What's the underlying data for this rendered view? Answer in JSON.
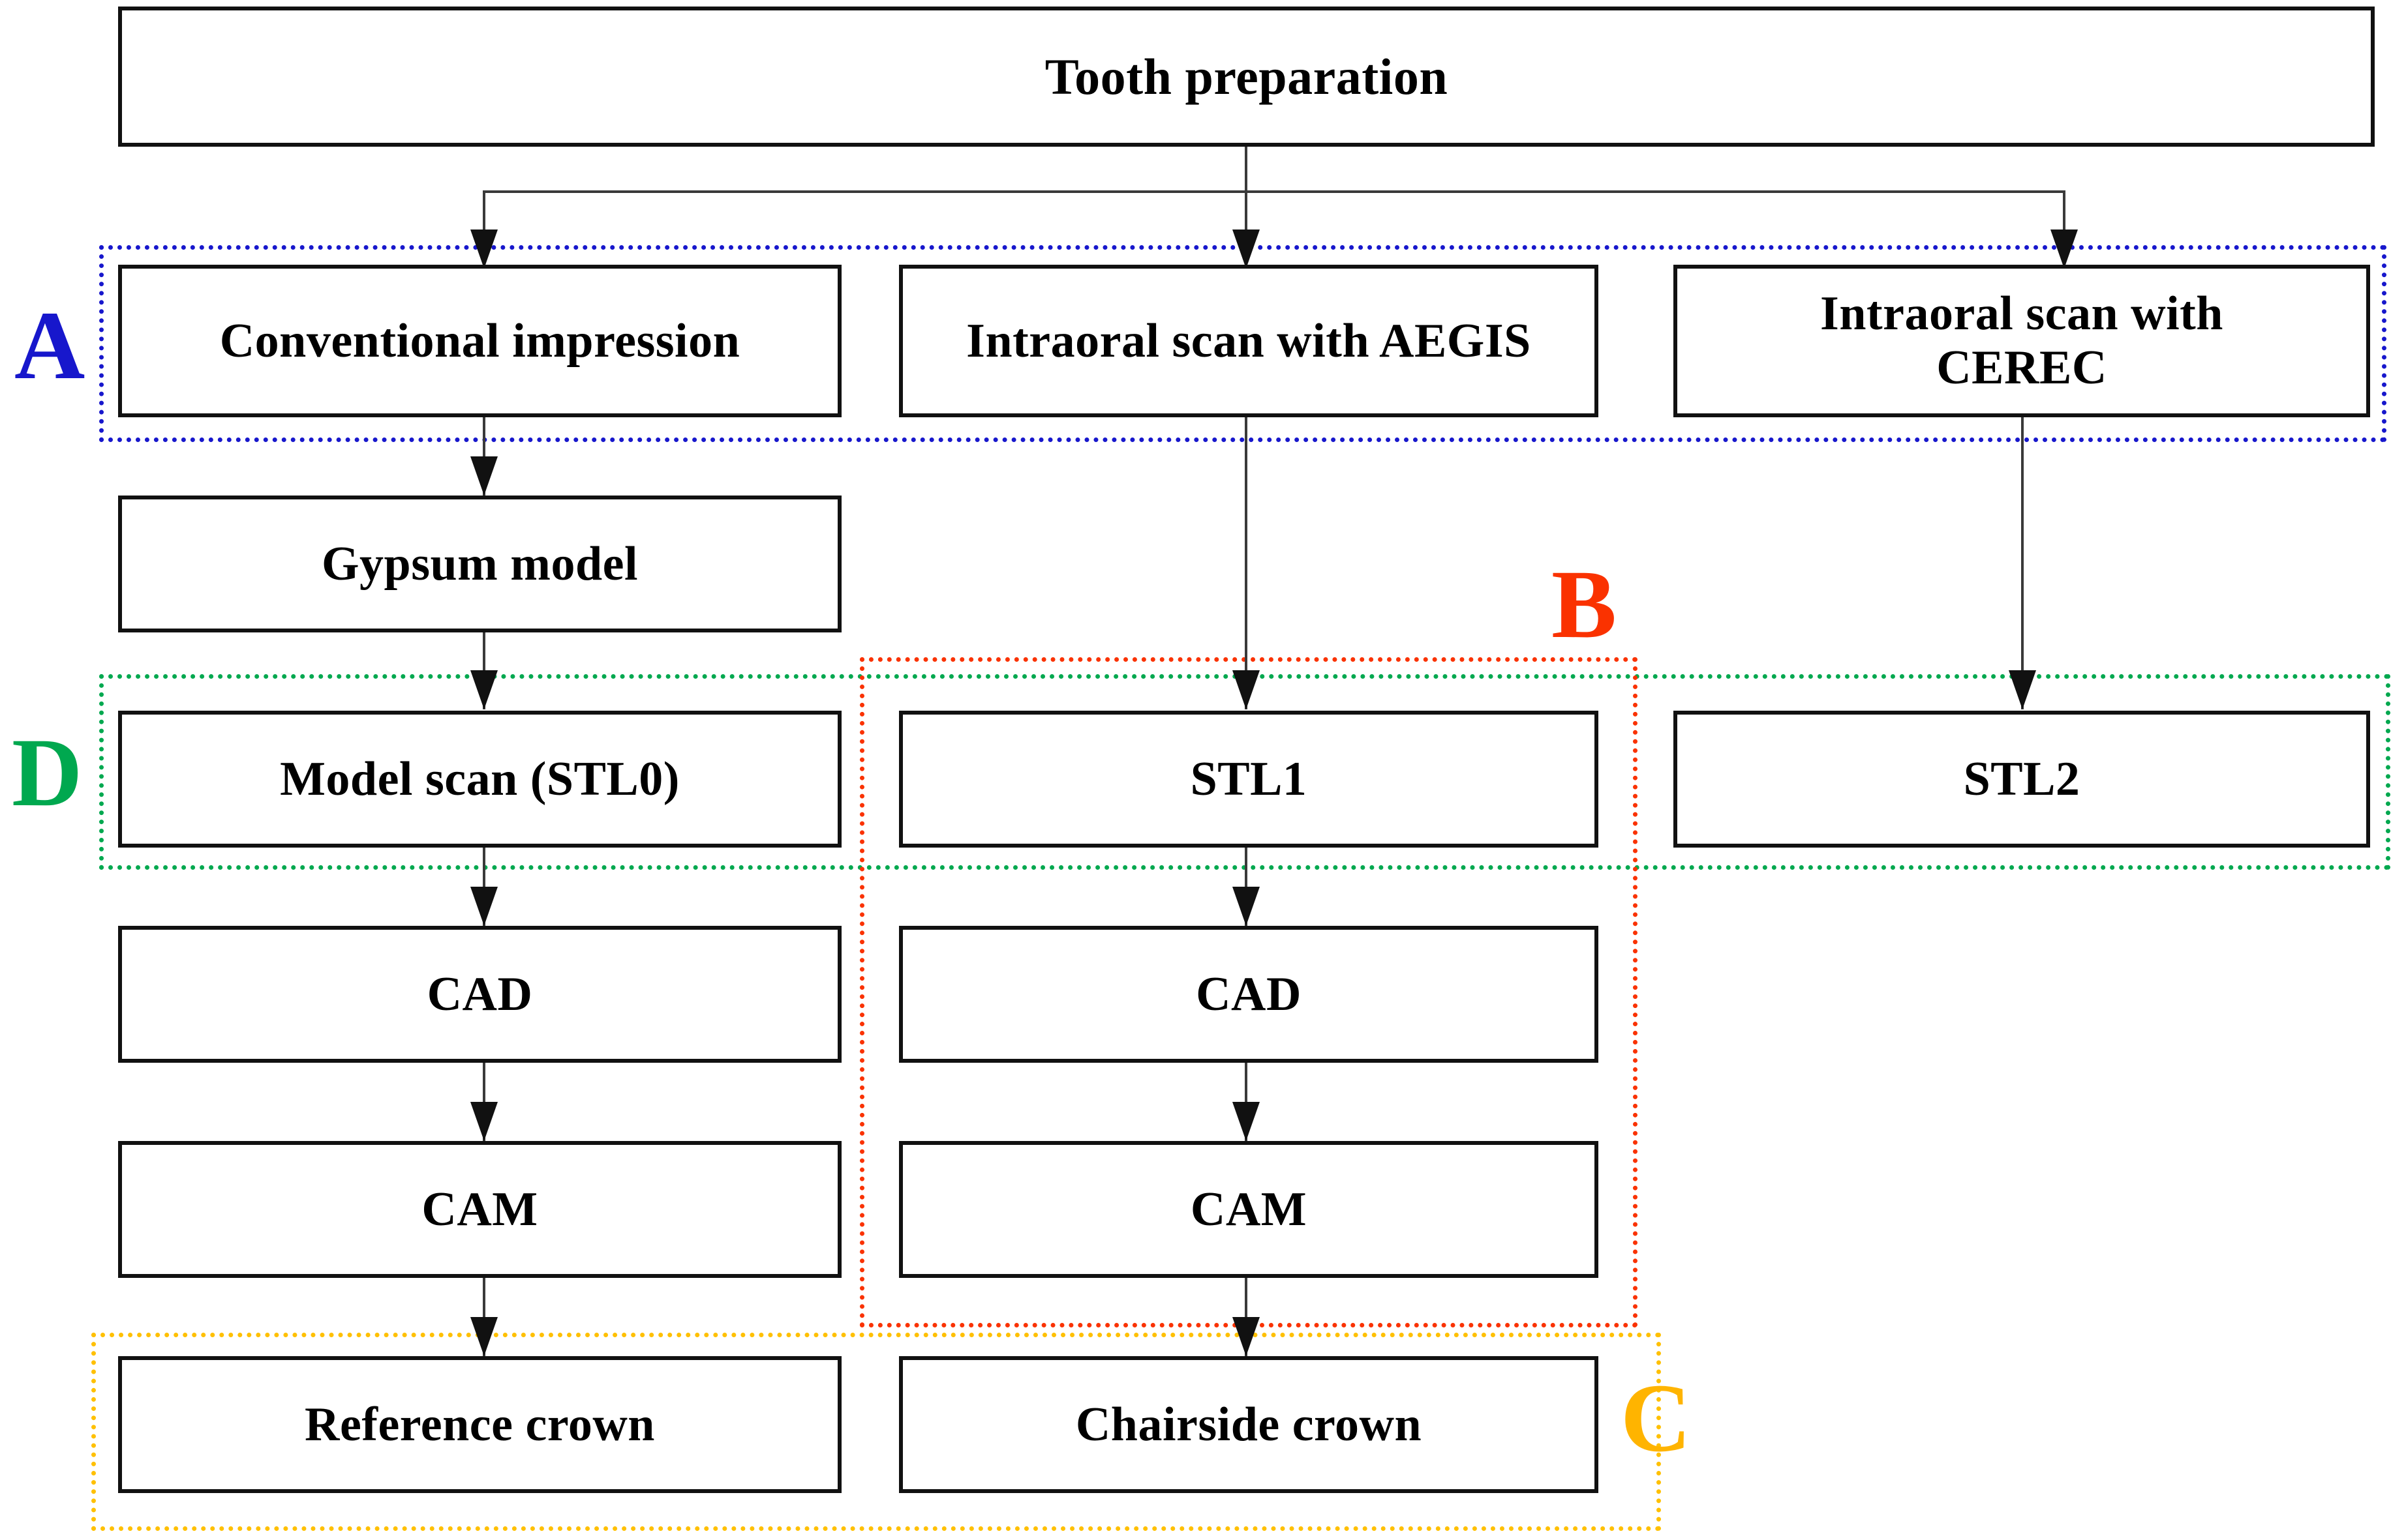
{
  "diagram": {
    "title": "Tooth preparation workflow flowchart",
    "background": "#ffffff"
  },
  "nodes": {
    "tooth_preparation": "Tooth preparation",
    "conventional_impression": "Conventional impression",
    "intraoral_scan_aegis": "Intraoral scan with AEGIS",
    "intraoral_scan_cerec_line1": "Intraoral scan with",
    "intraoral_scan_cerec_line2": "CEREC",
    "gypsum_model": "Gypsum model",
    "model_scan_stl0": "Model scan (STL0)",
    "stl1": "STL1",
    "stl2": "STL2",
    "cad_left": "CAD",
    "cad_middle": "CAD",
    "cam_left": "CAM",
    "cam_middle": "CAM",
    "reference_crown": "Reference crown",
    "chairside_crown": "Chairside crown"
  },
  "groups": {
    "a": {
      "label": "A",
      "color": "#1717CC"
    },
    "b": {
      "label": "B",
      "color": "#FA3200"
    },
    "c": {
      "label": "C",
      "color": "#FFB400"
    },
    "d": {
      "label": "D",
      "color": "#00A84F"
    }
  },
  "colors": {
    "box_border": "#111111",
    "connector": "#3a3a3a",
    "text": "#000000"
  }
}
